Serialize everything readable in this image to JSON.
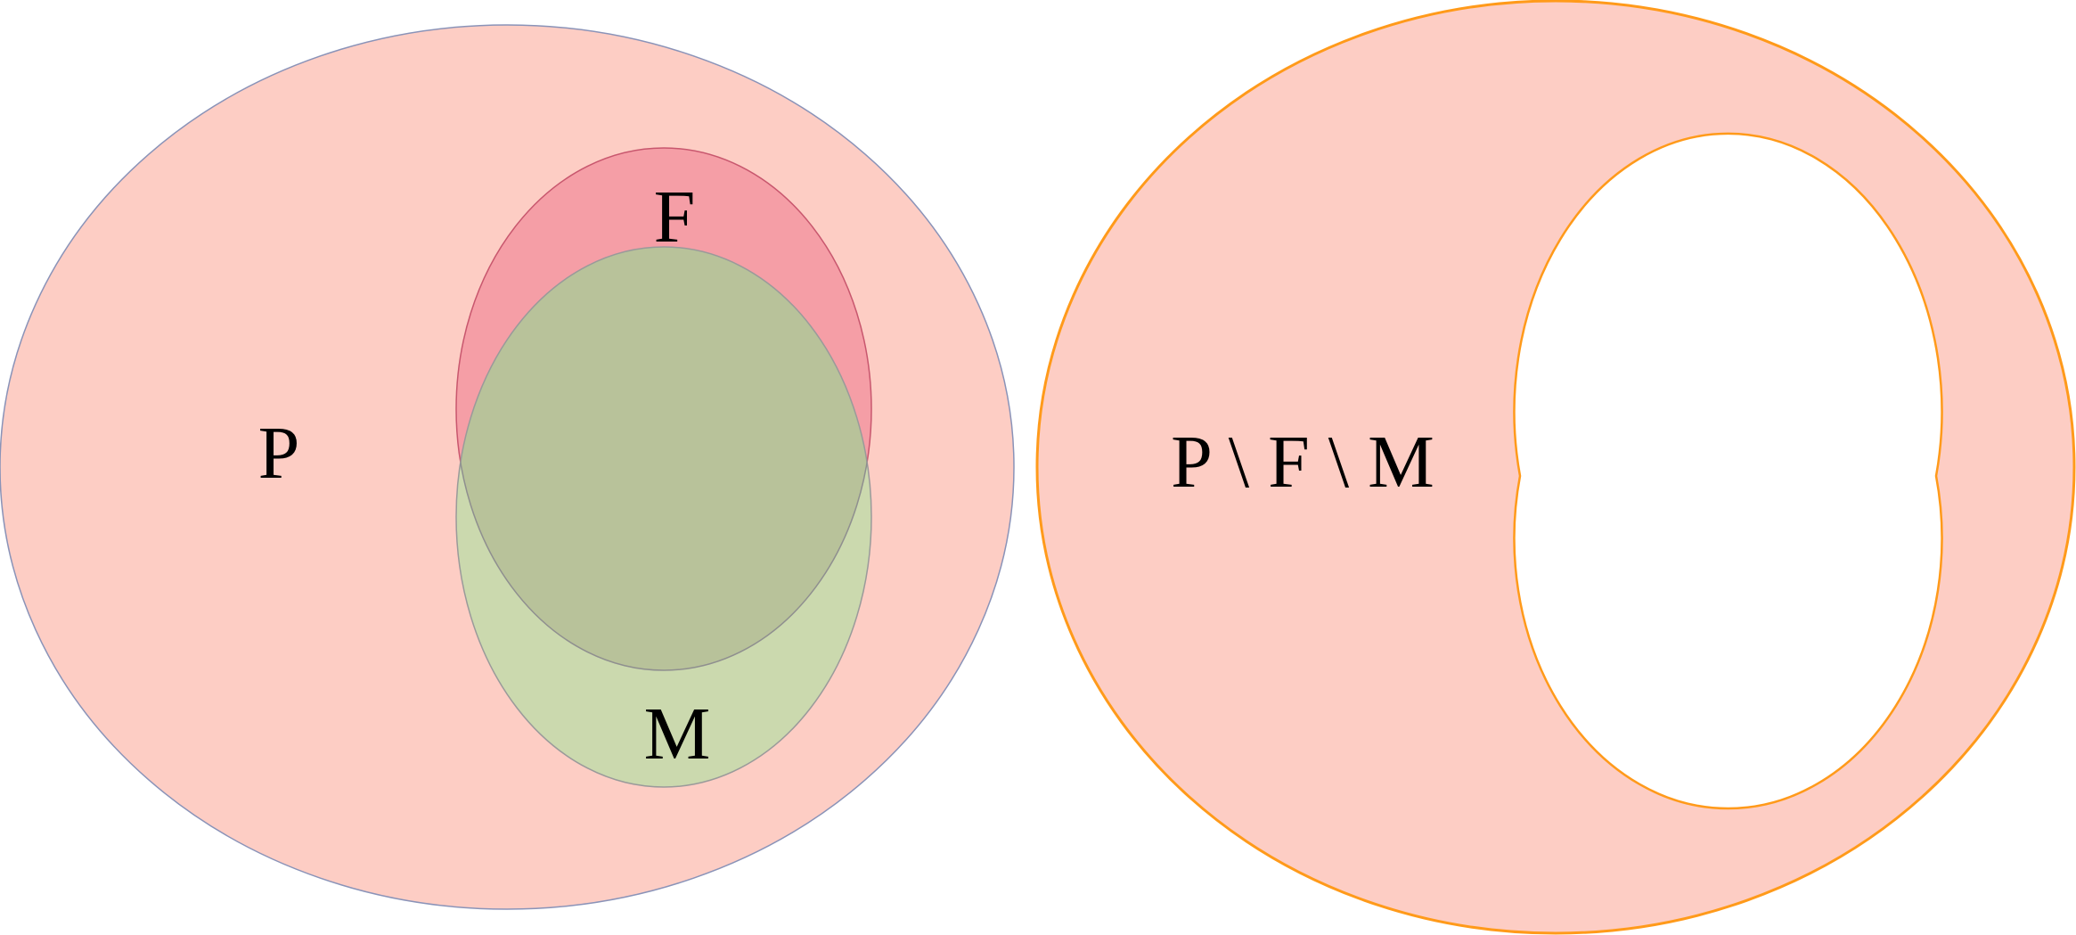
{
  "left_diagram": {
    "labels": {
      "p": "P",
      "f": "F",
      "m": "M"
    },
    "colors": {
      "p_fill": "#fdcdc4",
      "p_stroke": "#8a93b8",
      "f_fill": "#f59ea6",
      "f_stroke": "#c8576e",
      "m_fill": "#cbd9ae",
      "m_stroke": "#9a9a9a",
      "overlap_fill": "#b8c29a",
      "overlap_stroke": "#8f8f8f"
    }
  },
  "right_diagram": {
    "label": "P \\ F \\ M",
    "colors": {
      "fill": "#fdcdc4",
      "stroke": "#ff9a1a",
      "hole_fill": "#ffffff"
    }
  }
}
